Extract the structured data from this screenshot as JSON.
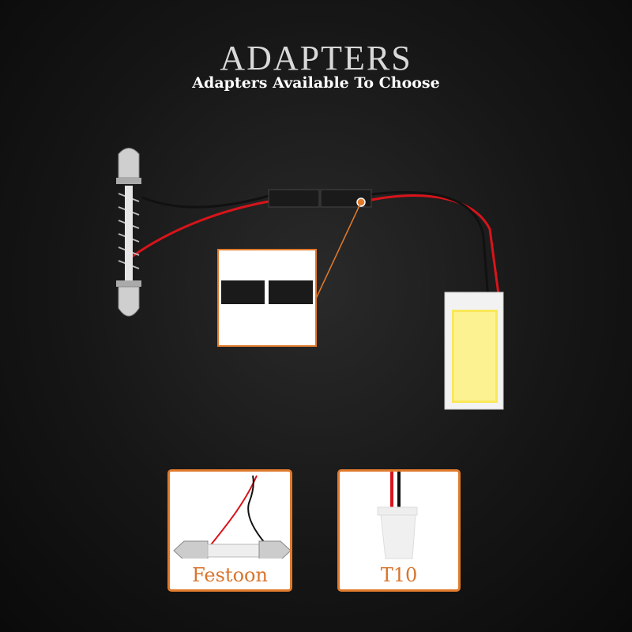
{
  "header": {
    "title": "ADAPTERS",
    "subtitle": "Adapters Available To Choose"
  },
  "adapters": [
    {
      "label": "Festoon"
    },
    {
      "label": "T10"
    }
  ],
  "colors": {
    "accent": "#e07a2c",
    "label": "#d8742c",
    "wire_red": "#d8141a",
    "wire_black": "#111111"
  }
}
